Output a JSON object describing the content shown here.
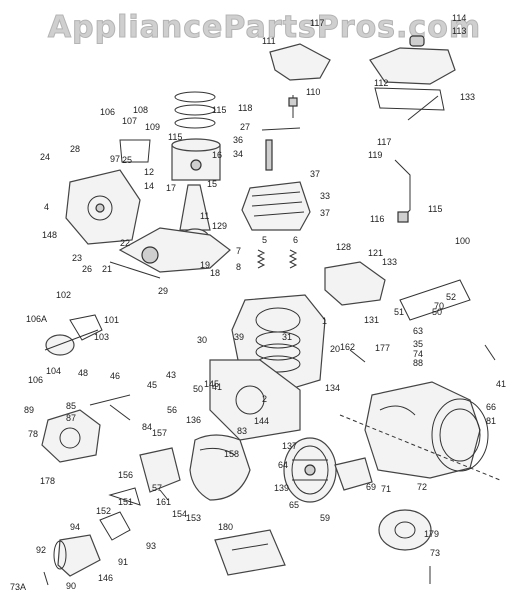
{
  "watermark": "AppliancePartsPros.com",
  "labels": [
    "114",
    "113",
    "117",
    "111",
    "112",
    "110",
    "133",
    "115",
    "118",
    "106",
    "107",
    "108",
    "109",
    "115",
    "27",
    "36",
    "16",
    "34",
    "28",
    "97",
    "25",
    "12",
    "14",
    "17",
    "24",
    "15",
    "4",
    "148",
    "23",
    "22",
    "11",
    "26",
    "21",
    "129",
    "5",
    "6",
    "7",
    "8",
    "29",
    "19",
    "18",
    "37",
    "33",
    "37",
    "117",
    "119",
    "115",
    "116",
    "128",
    "121",
    "133",
    "100",
    "102",
    "101",
    "106A",
    "103",
    "106",
    "104",
    "48",
    "46",
    "45",
    "85",
    "87",
    "89",
    "78",
    "178",
    "84",
    "157",
    "156",
    "57",
    "161",
    "154",
    "153",
    "151",
    "152",
    "94",
    "93",
    "92",
    "91",
    "90",
    "146",
    "180",
    "2",
    "30",
    "39",
    "31",
    "1",
    "131",
    "162",
    "177",
    "20",
    "43",
    "56",
    "41",
    "50",
    "136",
    "145",
    "144",
    "137",
    "83",
    "158",
    "64",
    "139",
    "65",
    "59",
    "134",
    "63",
    "35",
    "74",
    "88",
    "70",
    "51",
    "52",
    "50",
    "41",
    "66",
    "81",
    "69",
    "71",
    "72",
    "179",
    "73",
    "73A"
  ]
}
